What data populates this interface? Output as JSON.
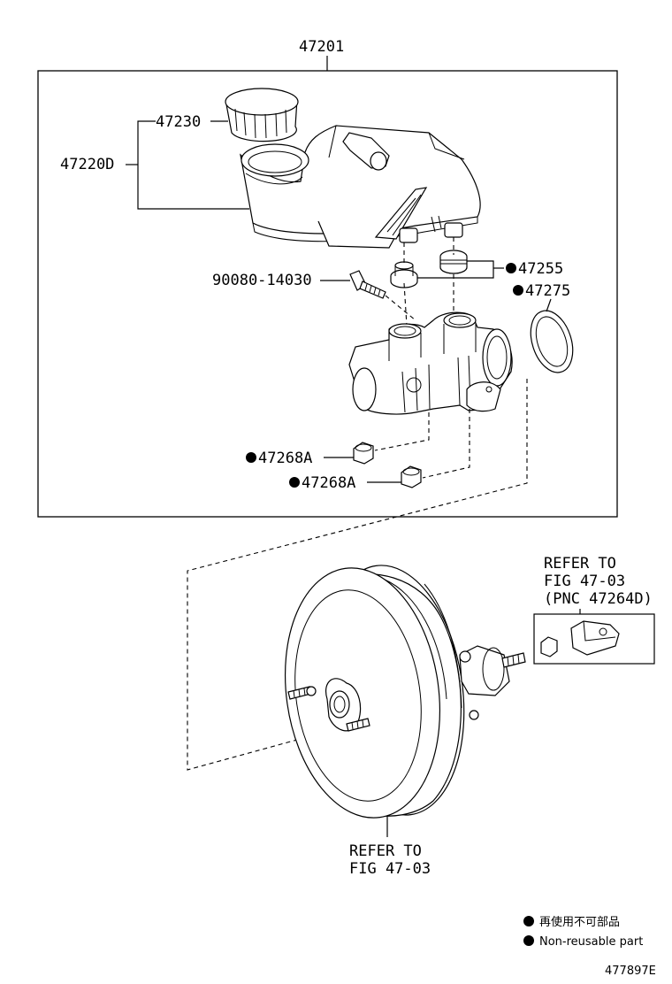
{
  "diagram": {
    "assembly_label": "47201",
    "parts": {
      "cap": "47230",
      "reservoir": "47220D",
      "bolt": "90080-14030",
      "grommet": "47255",
      "oring": "47275",
      "plug_upper": "47268A",
      "plug_lower": "47268A"
    },
    "refer_bracket": {
      "line1": "REFER TO",
      "line2": "FIG 47-03",
      "line3": "(PNC 47264D)"
    },
    "refer_booster": {
      "line1": "REFER TO",
      "line2": "FIG 47-03"
    },
    "legend": {
      "non_reusable_jp": "再使用不可部品",
      "non_reusable_en": "Non-reusable part"
    },
    "figure_code": "477897E"
  }
}
